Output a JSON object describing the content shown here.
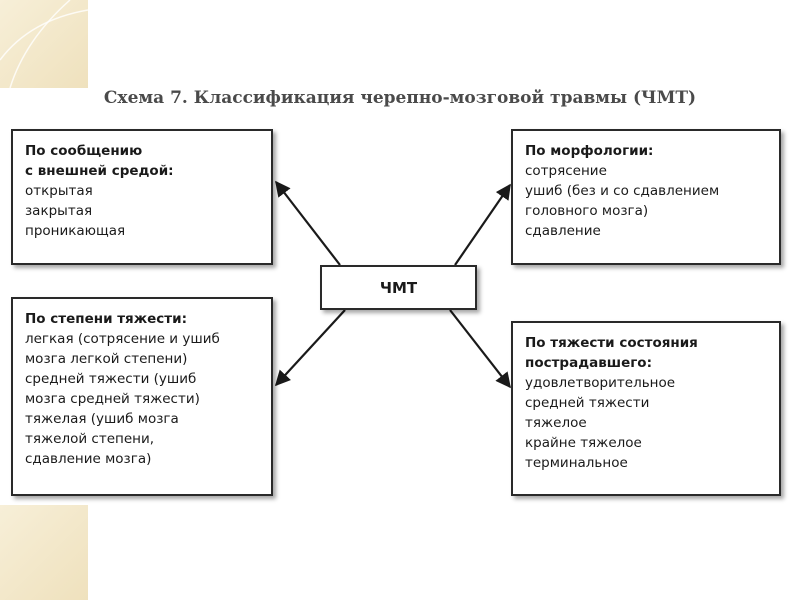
{
  "title": "Схема 7. Классификация черепно-мозговой травмы (ЧМТ)",
  "center_label": "ЧМТ",
  "boxes": {
    "contact": {
      "heading": [
        "По сообщению",
        "с внешней средой:"
      ],
      "items": [
        "открытая",
        "закрытая",
        "проникающая"
      ]
    },
    "severity": {
      "heading": [
        "По степени тяжести:"
      ],
      "items": [
        "легкая (сотрясение и ушиб",
        "мозга легкой степени)",
        "средней тяжести (ушиб",
        "мозга средней тяжести)",
        "тяжелая (ушиб мозга",
        "тяжелой степени,",
        "сдавление мозга)"
      ]
    },
    "morphology": {
      "heading": [
        "По морфологии:"
      ],
      "items": [
        "сотрясение",
        "ушиб (без и со сдавлением",
        "головного мозга)",
        "сдавление"
      ]
    },
    "condition": {
      "heading": [
        "По тяжести состояния",
        "пострадавшего:"
      ],
      "items": [
        "удовлетворительное",
        "средней тяжести",
        "тяжелое",
        "крайне тяжелое",
        "терминальное"
      ]
    }
  }
}
